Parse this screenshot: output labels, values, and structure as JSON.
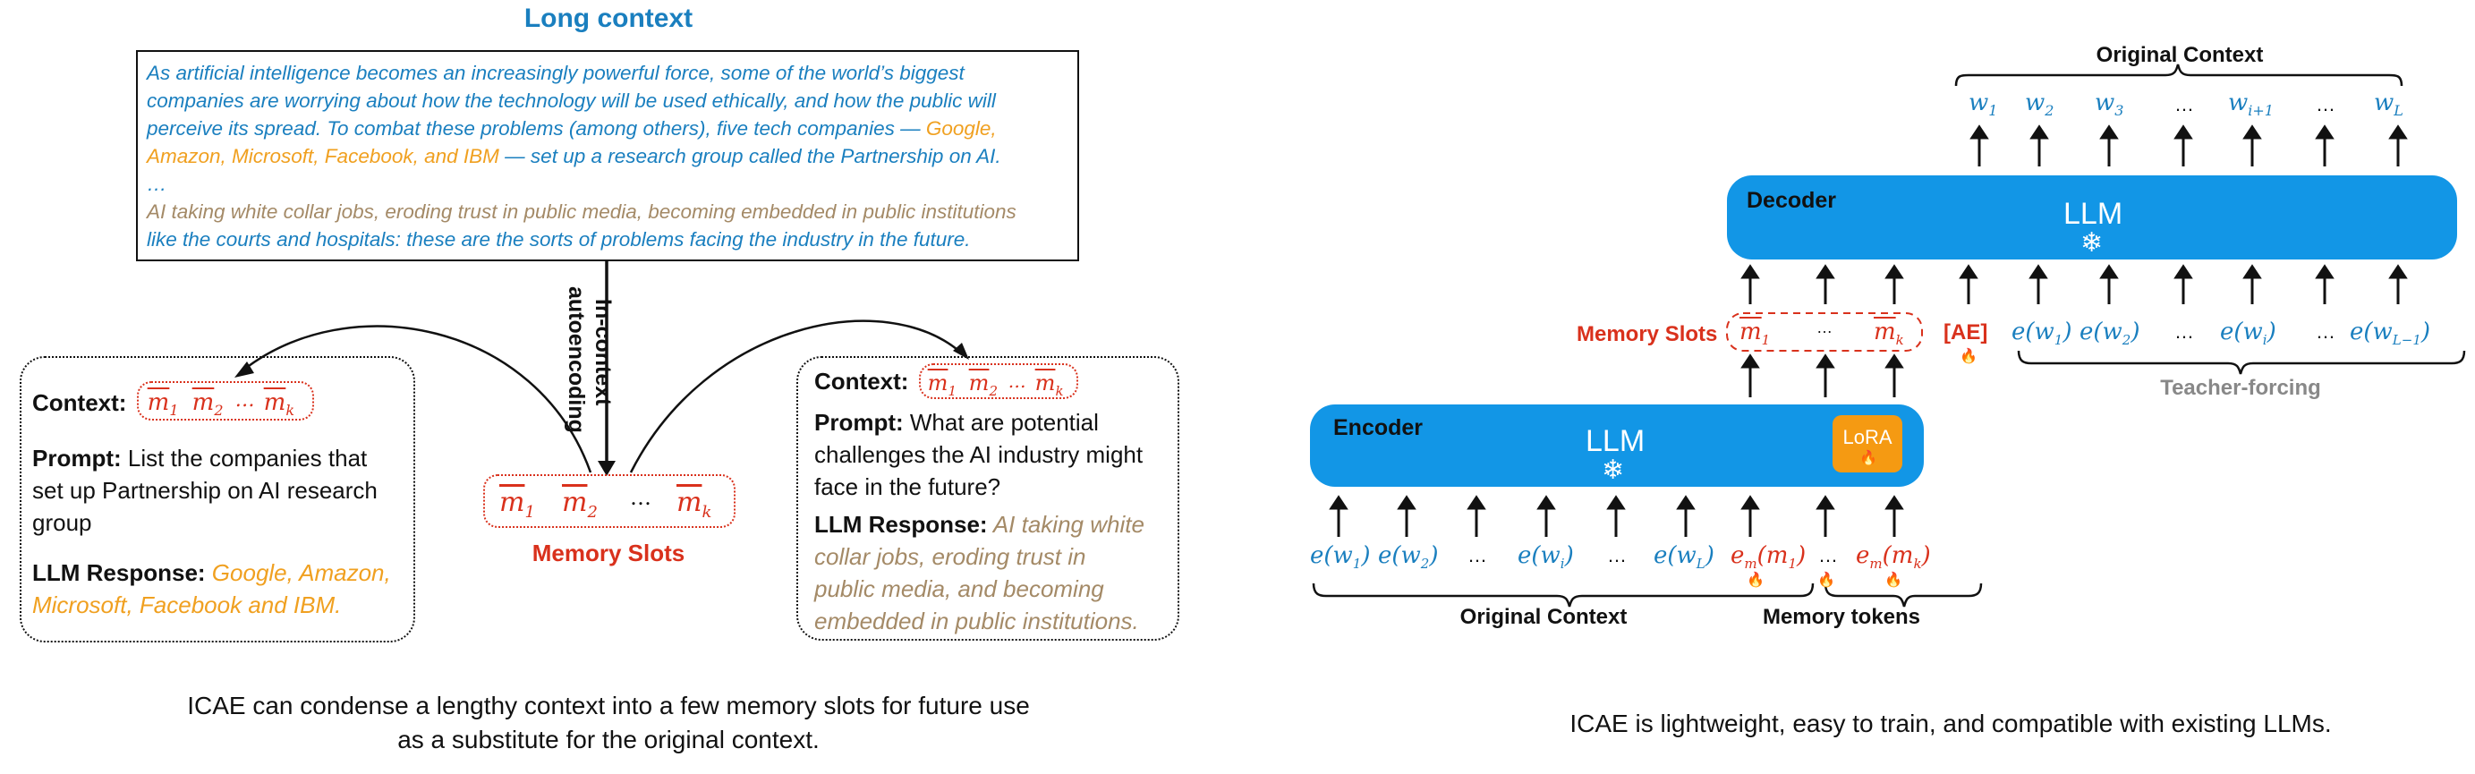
{
  "left": {
    "title": "Long context",
    "context": {
      "line1": "As artificial intelligence becomes an increasingly powerful force, some of the world’s biggest",
      "line2": "companies are worrying about how the technology will be used ethically, and how the public will",
      "line3": "perceive its spread. To combat these problems (among others), five tech companies — ",
      "line3_highlight": "Google,",
      "line4_highlight": "Amazon, Microsoft, Facebook, and IBM",
      "line4_rest": " — set up a research group called the Partnership on AI.",
      "ellipsis": "…",
      "line5": "AI taking white collar jobs, eroding trust in public media, becoming embedded in public institutions",
      "line6": "like the courts and hospitals: these are the sorts of problems facing the industry in the future."
    },
    "arrow_label_1": "In-context",
    "arrow_label_2": "autoencoding",
    "memory_slots_label": "Memory Slots",
    "memory_slots": [
      "m",
      "m",
      "…",
      "m"
    ],
    "memory_subs": [
      "1",
      "2",
      "k"
    ],
    "card_left": {
      "context_label": "Context:",
      "prompt_label": "Prompt:",
      "prompt_text_1": " List the companies that",
      "prompt_text_2": "set up Partnership on AI research",
      "prompt_text_3": "group",
      "response_label": "LLM Response:",
      "response_1": " Google, Amazon,",
      "response_2": "Microsoft, Facebook and IBM."
    },
    "card_right": {
      "context_label": "Context:",
      "prompt_label": "Prompt:",
      "prompt_text_1": " What are potential",
      "prompt_text_2": "challenges the AI industry might",
      "prompt_text_3": "face in the future?",
      "response_label": "LLM Response:",
      "response_1": " AI taking white",
      "response_2": "collar jobs, eroding trust in",
      "response_3": "public media, and becoming",
      "response_4": "embedded in public institutions."
    },
    "caption_1": "ICAE can condense a lengthy context into a few memory slots for future use",
    "caption_2": "as a substitute for the original context."
  },
  "right": {
    "original_context_top": "Original Context",
    "decoder_label": "Decoder",
    "encoder_label": "Encoder",
    "llm": "LLM",
    "lora": "LoRA",
    "memory_slots_label": "Memory Slots",
    "ae_token": "[AE]",
    "teacher_forcing": "Teacher-forcing",
    "original_context_bottom": "Original Context",
    "memory_tokens": "Memory tokens",
    "caption": "ICAE is lightweight, easy to train, and compatible with existing LLMs.",
    "snowflake_icon": "snowflake-icon",
    "fire_icon": "fire-icon",
    "colors": {
      "blue": "#1296e6",
      "red": "#d9311c",
      "orange": "#f0a020",
      "brown": "#a48a67",
      "lora": "#f59a12"
    }
  }
}
